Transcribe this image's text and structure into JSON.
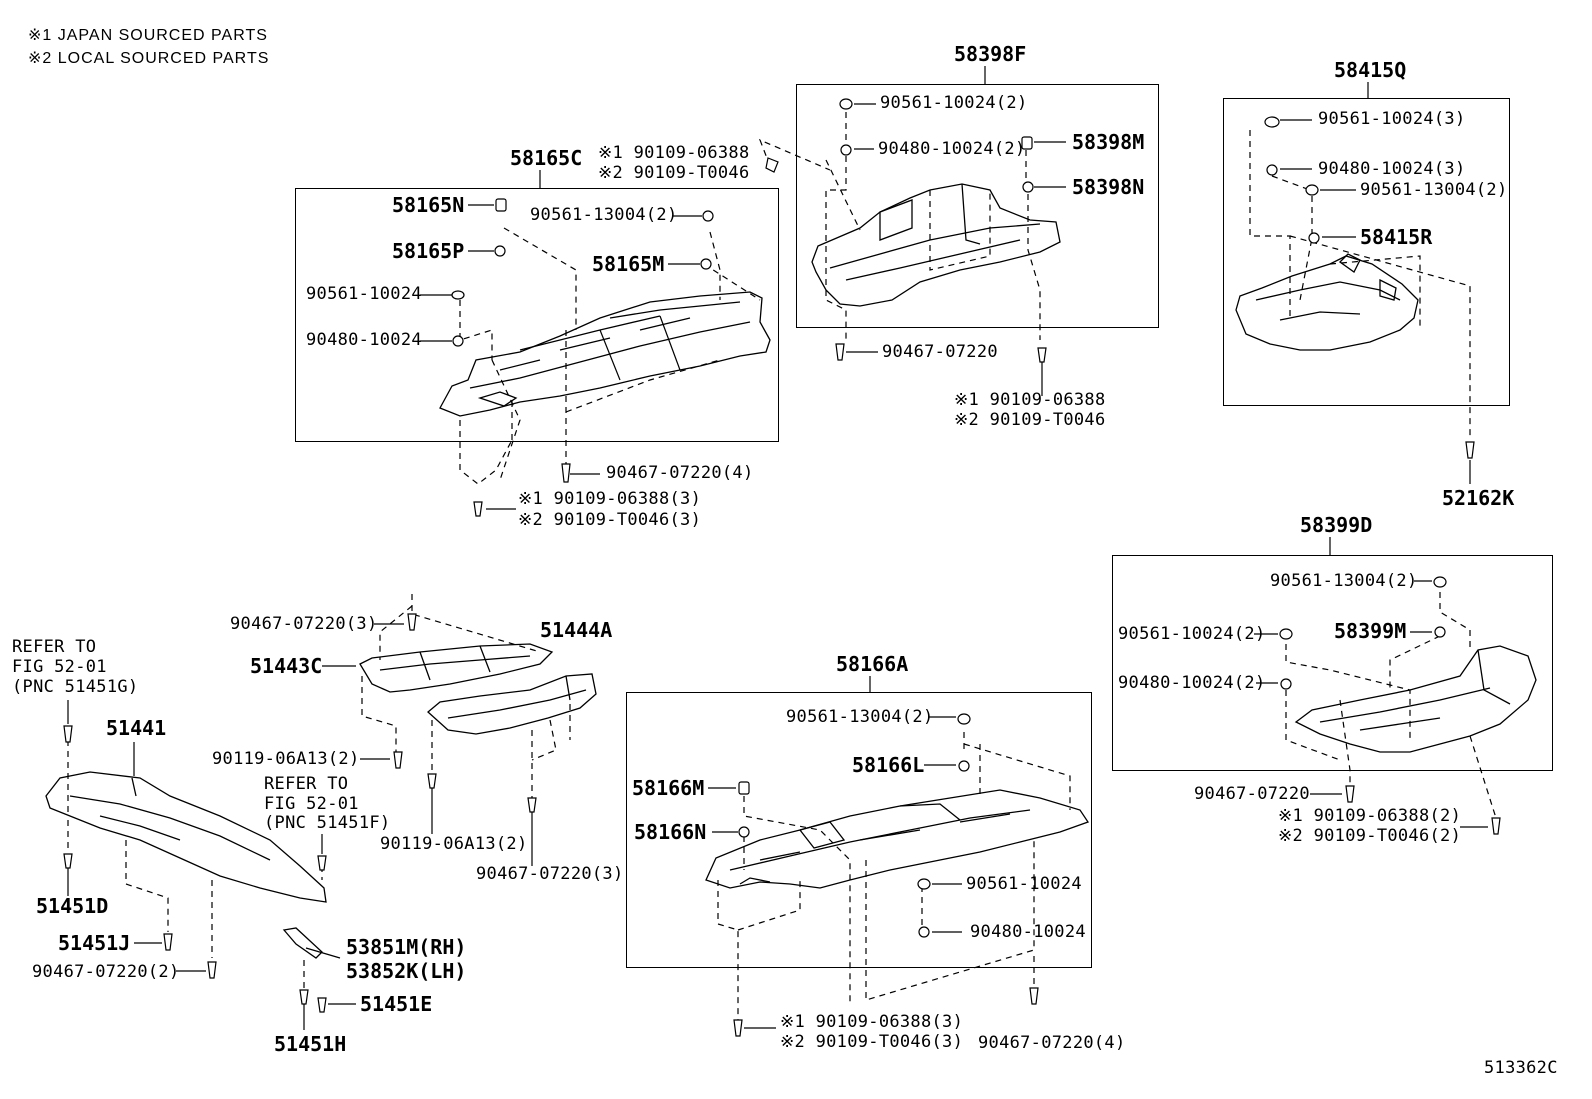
{
  "legend": {
    "line1": "※1 JAPAN SOURCED PARTS",
    "line2": "※2 LOCAL SOURCED PARTS"
  },
  "diagram_id": "513362C",
  "group_58165C": {
    "title": "58165C",
    "p58165N": "58165N",
    "p58165P": "58165P",
    "p58165M": "58165M",
    "b90561_13004_2": "90561-13004(2)",
    "b90561_10024": "90561-10024",
    "b90480_10024": "90480-10024",
    "top_j": "※1 90109-06388",
    "top_l": "※2 90109-T0046",
    "b90467_4": "90467-07220(4)",
    "bot_j": "※1 90109-06388(3)",
    "bot_l": "※2 90109-T0046(3)"
  },
  "group_58398F": {
    "title": "58398F",
    "b90561_10024_2": "90561-10024(2)",
    "b90480_10024_2": "90480-10024(2)",
    "p58398M": "58398M",
    "p58398N": "58398N",
    "b90467": "90467-07220",
    "bot_j": "※1 90109-06388",
    "bot_l": "※2 90109-T0046"
  },
  "group_58415Q": {
    "title": "58415Q",
    "b90561_10024_3": "90561-10024(3)",
    "b90480_10024_3": "90480-10024(3)",
    "b90561_13004_2": "90561-13004(2)",
    "p58415R": "58415R",
    "p52162K": "52162K"
  },
  "group_58399D": {
    "title": "58399D",
    "b90561_13004_2": "90561-13004(2)",
    "b90561_10024_2": "90561-10024(2)",
    "p58399M": "58399M",
    "b90480_10024_2": "90480-10024(2)",
    "b90467": "90467-07220",
    "bot_j": "※1 90109-06388(2)",
    "bot_l": "※2 90109-T0046(2)"
  },
  "group_58166A": {
    "title": "58166A",
    "b90561_13004_2": "90561-13004(2)",
    "p58166L": "58166L",
    "p58166M": "58166M",
    "p58166N": "58166N",
    "b90561_10024": "90561-10024",
    "b90480_10024": "90480-10024",
    "bot_j": "※1 90109-06388(3)",
    "bot_l": "※2 90109-T0046(3)",
    "b90467_4": "90467-07220(4)"
  },
  "group_front": {
    "b90467_3_top": "90467-07220(3)",
    "p51443C": "51443C",
    "p51444A": "51444A",
    "b90119_2_a": "90119-06A13(2)",
    "b90119_2_b": "90119-06A13(2)",
    "b90467_3_bot": "90467-07220(3)",
    "ref1_a": "REFER TO",
    "ref1_b": "FIG 52-01",
    "ref1_c": "(PNC 51451G)",
    "p51441": "51441",
    "ref2_a": "REFER TO",
    "ref2_b": "FIG 52-01",
    "ref2_c": "(PNC 51451F)",
    "p51451D": "51451D",
    "p51451J": "51451J",
    "b90467_2": "90467-07220(2)",
    "p53851M": "53851M(RH)",
    "p53852K": "53852K(LH)",
    "p51451E": "51451E",
    "p51451H": "51451H"
  }
}
